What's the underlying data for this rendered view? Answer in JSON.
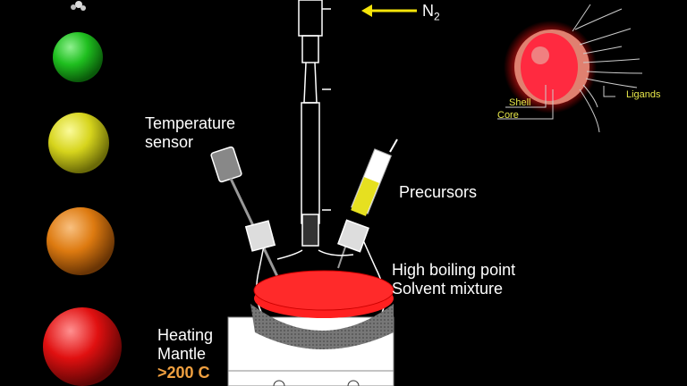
{
  "labels": {
    "nitrogen": "N",
    "nitrogen_sub": "2",
    "temperature_sensor_line1": "Temperature",
    "temperature_sensor_line2": "sensor",
    "precursors": "Precursors",
    "solvent_line1": "High boiling point",
    "solvent_line2": "Solvent mixture",
    "heating_line1": "Heating",
    "heating_line2": "Mantle",
    "temperature": ">200 C"
  },
  "nanoparticle": {
    "shell": "Shell",
    "core": "Core",
    "ligands": "Ligands"
  },
  "colors": {
    "arrow": "#f5e50a",
    "temperature": "#f0a040",
    "solution": "#ff2020"
  },
  "spheres": [
    "#1fbf1f",
    "#d6d41c",
    "#dd7a10",
    "#e01010"
  ]
}
